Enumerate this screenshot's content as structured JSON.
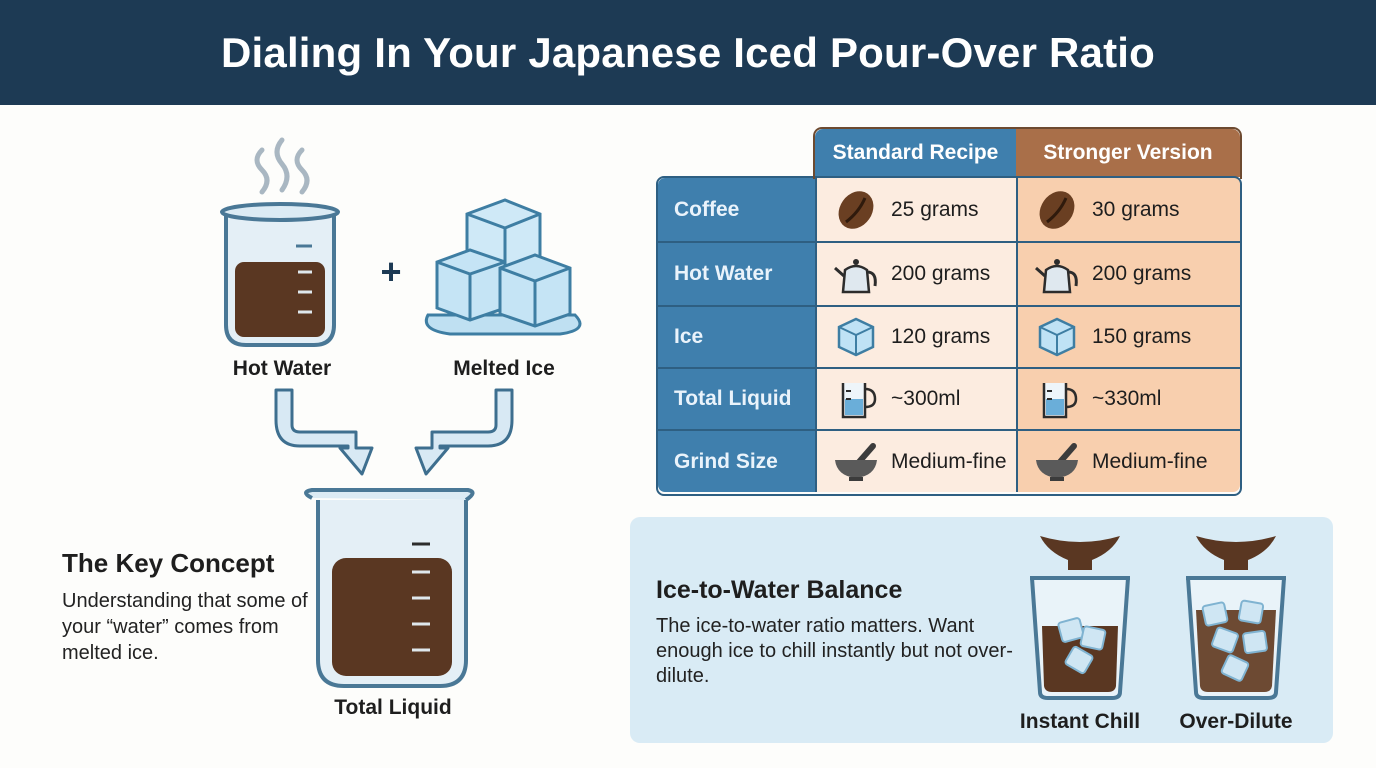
{
  "title": "Dialing In Your Japanese Iced Pour-Over Ratio",
  "diagram": {
    "hot_water_label": "Hot Water",
    "melted_ice_label": "Melted Ice",
    "plus": "+",
    "total_label": "Total Liquid"
  },
  "key_concept": {
    "title": "The Key Concept",
    "body": "Understanding that some of your “water” comes from melted ice."
  },
  "table": {
    "headers": [
      "Standard Recipe",
      "Stronger Version"
    ],
    "rows": [
      {
        "label": "Coffee",
        "icon": "coffee-bean-icon",
        "standard": "25 grams",
        "stronger": "30 grams"
      },
      {
        "label": "Hot Water",
        "icon": "kettle-icon",
        "standard": "200 grams",
        "stronger": "200 grams"
      },
      {
        "label": "Ice",
        "icon": "ice-cube-icon",
        "standard": "120 grams",
        "stronger": "150 grams"
      },
      {
        "label": "Total Liquid",
        "icon": "measuring-cup-icon",
        "standard": "~300ml",
        "stronger": "~330ml"
      },
      {
        "label": "Grind Size",
        "icon": "mortar-pestle-icon",
        "standard": "Medium-fine",
        "stronger": "Medium-fine"
      }
    ]
  },
  "balance": {
    "title": "Ice-to-Water Balance",
    "body": "The ice-to-water ratio matters. Want enough ice to chill instantly but not over-dilute.",
    "glass1_label": "Instant Chill",
    "glass2_label": "Over-Dilute"
  },
  "colors": {
    "header_bg": "#1d3a54",
    "standard_header": "#3f7fad",
    "stronger_header": "#a96f49",
    "standard_cell": "#fcece0",
    "stronger_cell": "#f8cfae",
    "coffee": "#5a3722",
    "glass": "#6d97b4",
    "panel_bg": "#d9ebf5"
  }
}
